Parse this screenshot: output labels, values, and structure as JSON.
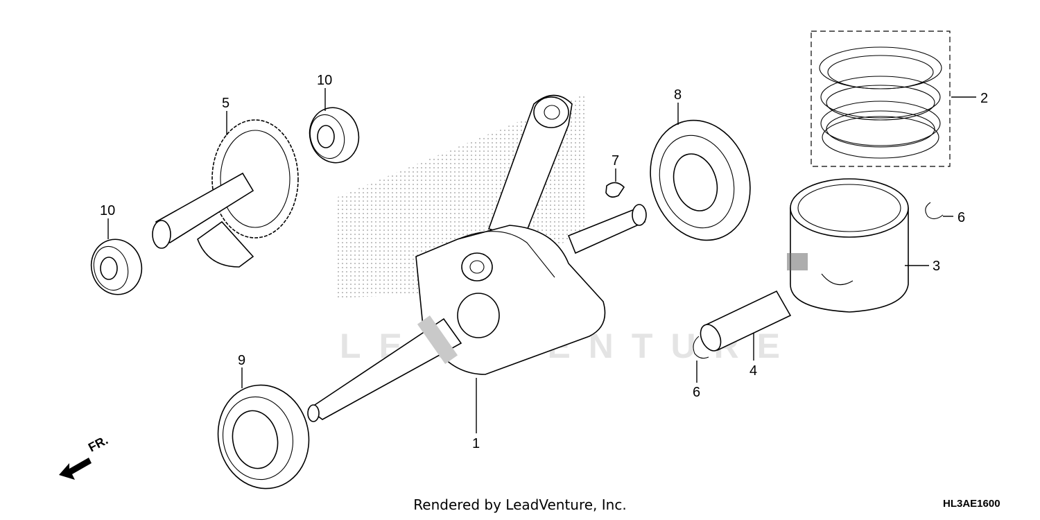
{
  "diagram": {
    "watermark": "LEADVENTURE",
    "footer": "Rendered by LeadVenture, Inc.",
    "code": "HL3AE1600",
    "front_arrow_label": "FR."
  },
  "callouts": [
    {
      "id": "c1",
      "label": "1"
    },
    {
      "id": "c2",
      "label": "2"
    },
    {
      "id": "c3",
      "label": "3"
    },
    {
      "id": "c4",
      "label": "4"
    },
    {
      "id": "c5",
      "label": "5"
    },
    {
      "id": "c6a",
      "label": "6"
    },
    {
      "id": "c6b",
      "label": "6"
    },
    {
      "id": "c7",
      "label": "7"
    },
    {
      "id": "c8",
      "label": "8"
    },
    {
      "id": "c9",
      "label": "9"
    },
    {
      "id": "c10a",
      "label": "10"
    },
    {
      "id": "c10b",
      "label": "10"
    }
  ]
}
